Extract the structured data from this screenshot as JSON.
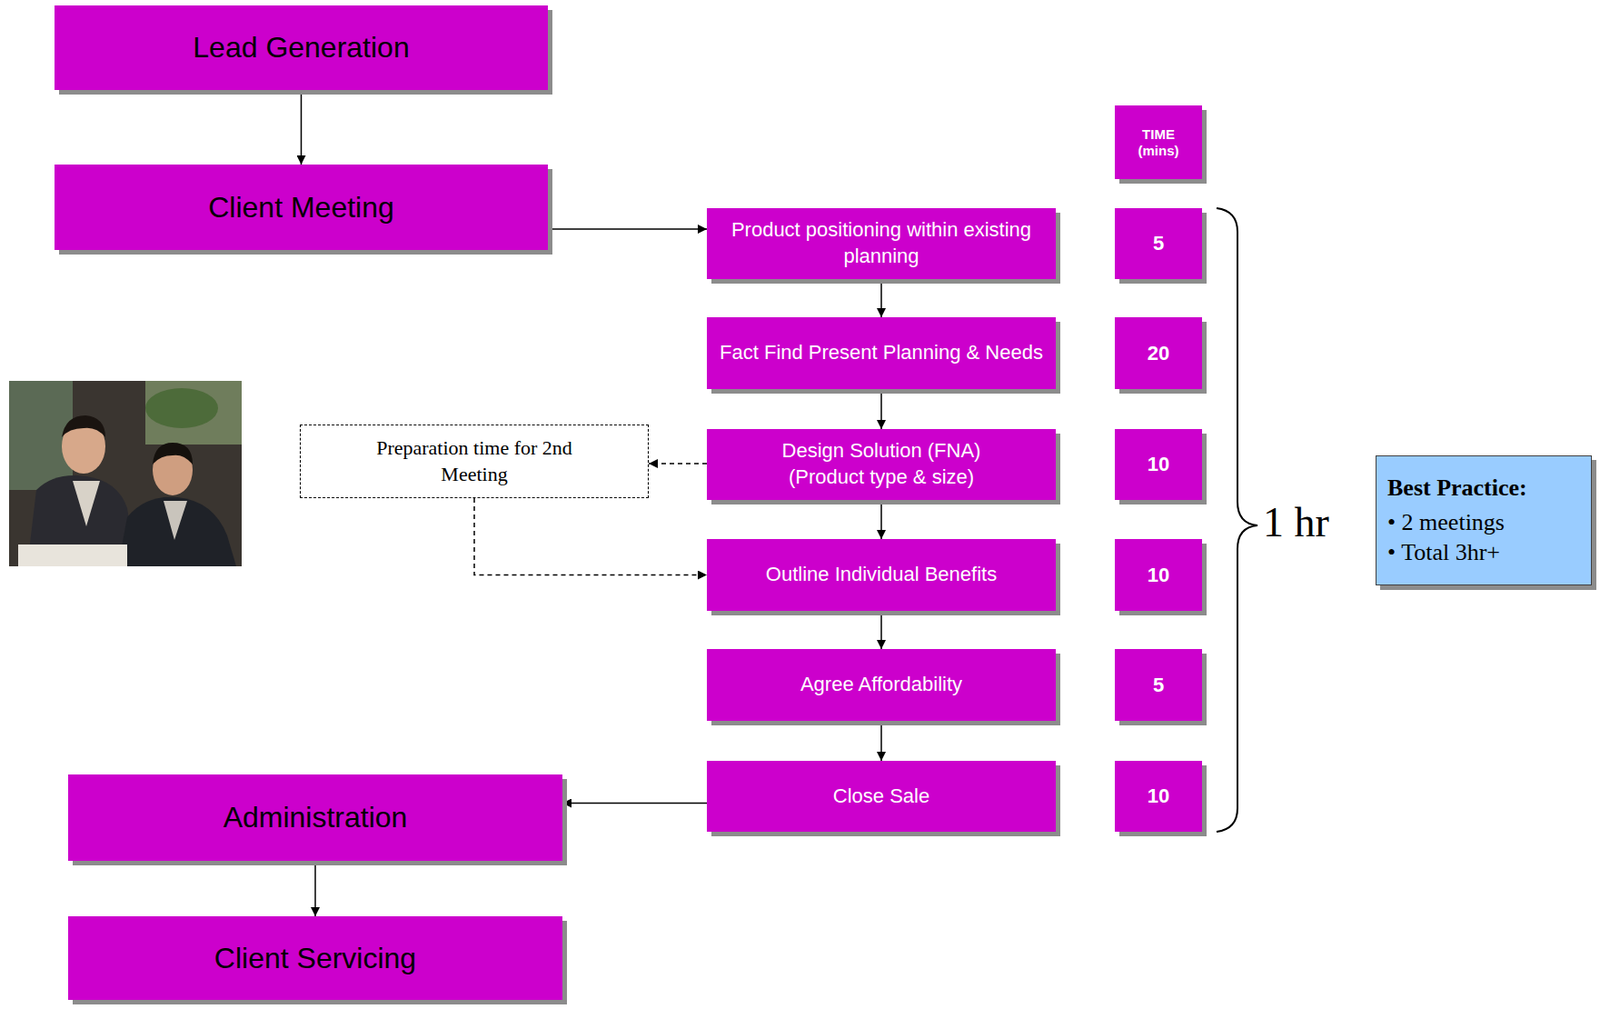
{
  "diagram": {
    "nodes": [
      {
        "text": [
          "Lead Generation"
        ]
      },
      {
        "text": [
          "TIME (mins)"
        ]
      },
      {
        "text": [
          "Client Meeting"
        ]
      },
      {
        "text": [
          "Product positioning within existing planning"
        ]
      },
      {
        "text": [
          "5"
        ]
      },
      {
        "text": [
          "Fact Find Present Planning & Needs"
        ]
      },
      {
        "text": [
          "20"
        ]
      },
      {
        "text": [
          "Preparation time for 2nd Meeting"
        ]
      },
      {
        "text": [
          "Design Solution (FNA) (Product type & size)"
        ]
      },
      {
        "text": [
          "10"
        ]
      },
      {
        "text": [
          "Best Practice:",
          "• 2 meetings",
          "• Total 3hr+"
        ]
      },
      {
        "text": [
          "Outline Individual Benefits"
        ]
      },
      {
        "text": [
          "10"
        ]
      },
      {
        "text": [
          "Agree Affordability"
        ]
      },
      {
        "text": [
          "5"
        ]
      },
      {
        "text": [
          "Administration"
        ]
      },
      {
        "text": [
          "Close Sale"
        ]
      },
      {
        "text": [
          "10"
        ]
      },
      {
        "text": [
          "Client Servicing"
        ]
      }
    ],
    "edges": [
      {
        "from": 0,
        "to": 2,
        "arrow": "to"
      },
      {
        "from": 2,
        "to": 3,
        "arrow": "to"
      },
      {
        "from": 3,
        "to": 5,
        "arrow": "to"
      },
      {
        "from": 5,
        "to": 8,
        "arrow": "to"
      },
      {
        "from": 8,
        "to": 7,
        "arrow": "to"
      },
      {
        "from": 7,
        "to": 11,
        "arrow": "to"
      },
      {
        "from": 8,
        "to": 11,
        "arrow": "to"
      },
      {
        "from": 11,
        "to": 13,
        "arrow": "to"
      },
      {
        "from": 13,
        "to": 16,
        "arrow": "to"
      },
      {
        "from": 16,
        "to": 15,
        "arrow": "to"
      },
      {
        "from": 15,
        "to": 18,
        "arrow": "to"
      }
    ],
    "labels": [
      "1 hr"
    ]
  }
}
